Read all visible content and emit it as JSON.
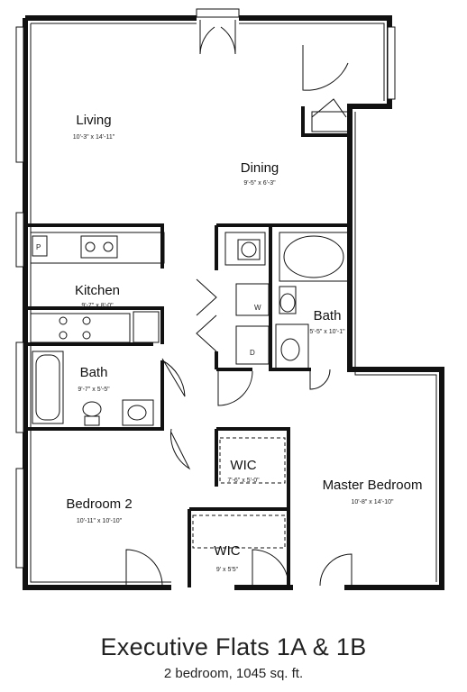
{
  "title": "Executive Flats 1A & 1B",
  "subtitle": "2 bedroom, 1045 sq. ft.",
  "rooms": {
    "living": {
      "name": "Living",
      "dims": "10'-3\" x 14'-11\""
    },
    "dining": {
      "name": "Dining",
      "dims": "9'-5\" x 6'-3\""
    },
    "kitchen": {
      "name": "Kitchen",
      "dims": "9'-7\" x 8'-0\""
    },
    "bath1": {
      "name": "Bath",
      "dims": "9'-7\" x 5'-5\""
    },
    "bath2": {
      "name": "Bath",
      "dims": "5'-5\" x 10'-1\""
    },
    "wic1": {
      "name": "WIC",
      "dims": "7'-6\" x 5'-0\""
    },
    "wic2": {
      "name": "WIC",
      "dims": "9' x 5'5\""
    },
    "bedroom2": {
      "name": "Bedroom 2",
      "dims": "10'-11\" x 10'-10\""
    },
    "master": {
      "name": "Master Bedroom",
      "dims": "10'-8\" x 14'-10\""
    }
  },
  "fixtures": {
    "pantry": "P",
    "washer": "W",
    "dryer": "D"
  }
}
